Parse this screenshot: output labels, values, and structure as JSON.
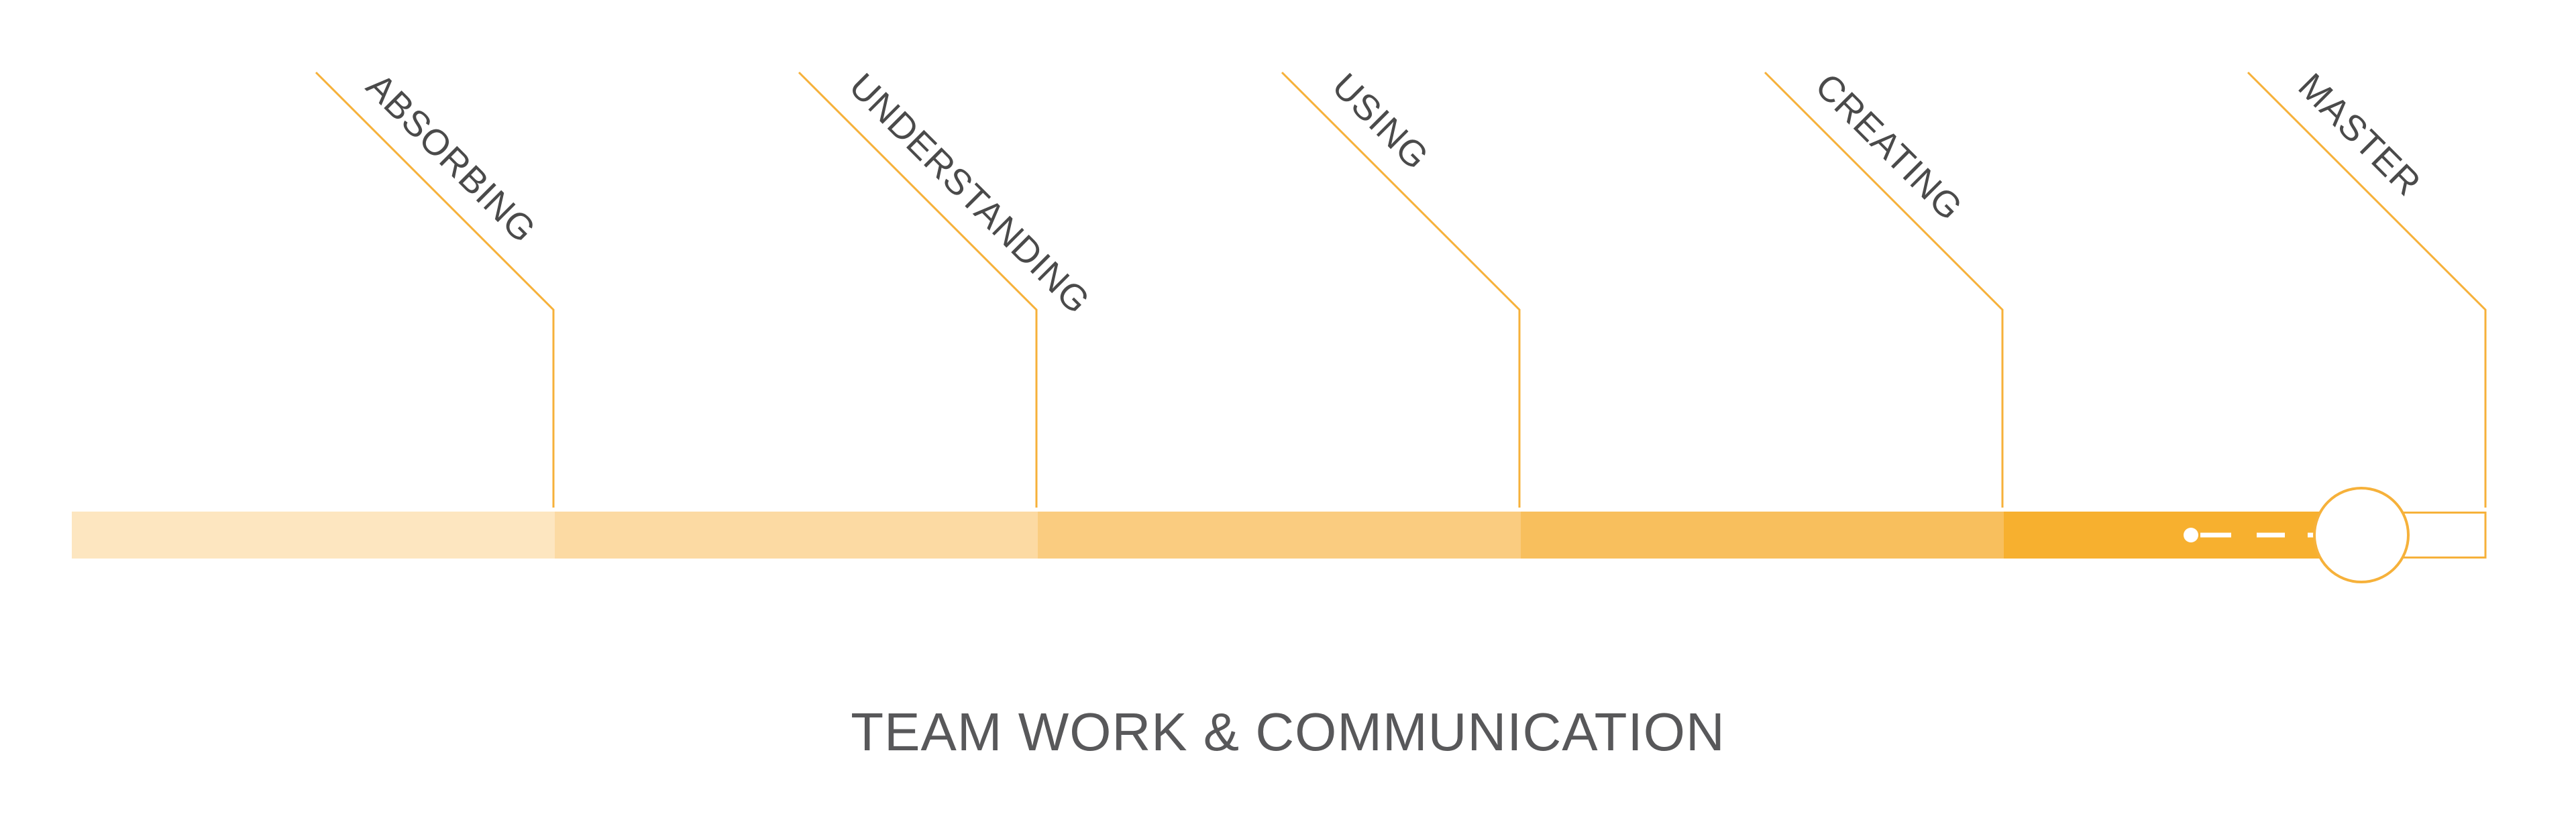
{
  "title": "TEAM WORK & COMMUNICATION",
  "stages": [
    {
      "label": "ABSORBING",
      "color": "#fde6c0"
    },
    {
      "label": "UNDERSTANDING",
      "color": "#fcdaa3"
    },
    {
      "label": "USING",
      "color": "#facc80"
    },
    {
      "label": "CREATING",
      "color": "#f8bf5d"
    },
    {
      "label": "MASTER",
      "color": "#f7b02f"
    }
  ],
  "colors": {
    "line": "#f6b13a",
    "marker": "#f6b13a",
    "dash": "#ffffff",
    "text": "#4a4a4a"
  },
  "current_stage_index": 4
}
